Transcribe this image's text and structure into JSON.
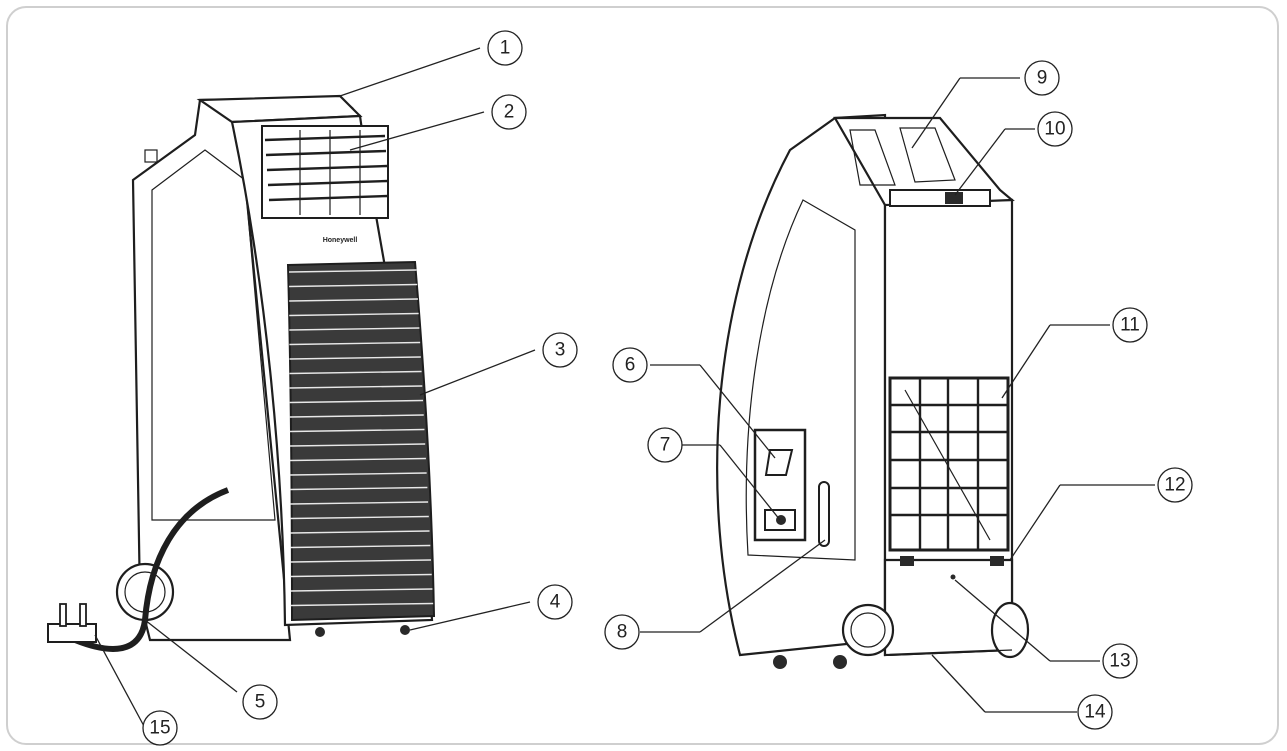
{
  "callouts": [
    {
      "id": "1",
      "label": "1"
    },
    {
      "id": "2",
      "label": "2"
    },
    {
      "id": "3",
      "label": "3"
    },
    {
      "id": "4",
      "label": "4"
    },
    {
      "id": "5",
      "label": "5"
    },
    {
      "id": "6",
      "label": "6"
    },
    {
      "id": "7",
      "label": "7"
    },
    {
      "id": "8",
      "label": "8"
    },
    {
      "id": "9",
      "label": "9"
    },
    {
      "id": "10",
      "label": "10"
    },
    {
      "id": "11",
      "label": "11"
    },
    {
      "id": "12",
      "label": "12"
    },
    {
      "id": "13",
      "label": "13"
    },
    {
      "id": "14",
      "label": "14"
    },
    {
      "id": "15",
      "label": "15"
    }
  ],
  "brand_text": "Honeywell",
  "colors": {
    "line": "#1e1e1e",
    "frame": "#cfcfcf",
    "background": "#ffffff"
  }
}
